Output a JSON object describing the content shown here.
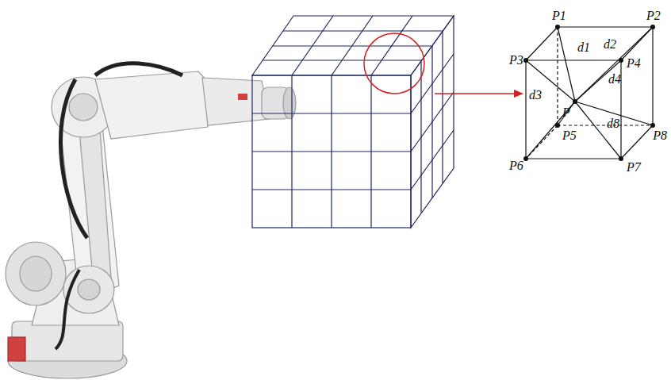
{
  "diagram": {
    "labels": [
      "P1",
      "P2",
      "P3",
      "P4",
      "P",
      "P5",
      "P6",
      "P7",
      "P8",
      "d1",
      "d2",
      "d3",
      "d4",
      "d8"
    ]
  }
}
